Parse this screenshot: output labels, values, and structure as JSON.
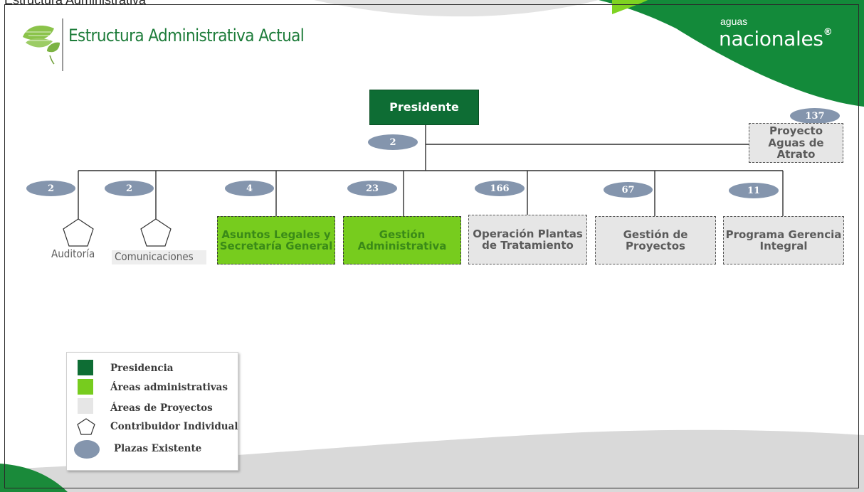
{
  "header": {
    "top_clipped_text": "Estructura Administrativa",
    "title": "Estructura Administrativa Actual"
  },
  "brand": {
    "small": "aguas",
    "main": "nacionales",
    "reg": "®",
    "icon": "leaf-logo"
  },
  "colors": {
    "presidencia": "#0e6d34",
    "areas_administrativas": "#77cc1e",
    "areas_de_proyectos": "#e6e6e6",
    "plazas": "#8495ad",
    "title": "#1d7c3a"
  },
  "org": {
    "presidente": {
      "label": "Presidente",
      "plazas": "2"
    },
    "proyecto_atrato": {
      "label": "Proyecto Aguas de Atrato",
      "plazas": "137"
    },
    "units": [
      {
        "label": "Auditoría",
        "plazas": "2",
        "type": "contribuidor"
      },
      {
        "label": "Comunicaciones",
        "plazas": "2",
        "type": "contribuidor"
      },
      {
        "label": "Asuntos Legales y Secretaría General",
        "plazas": "4",
        "type": "admin"
      },
      {
        "label": "Gestión Administrativa",
        "plazas": "23",
        "type": "admin"
      },
      {
        "label": "Operación Plantas de Tratamiento",
        "plazas": "166",
        "type": "proyecto"
      },
      {
        "label": "Gestión de Proyectos",
        "plazas": "67",
        "type": "proyecto"
      },
      {
        "label": "Programa Gerencia Integral",
        "plazas": "11",
        "type": "proyecto"
      }
    ]
  },
  "legend": {
    "items": [
      {
        "label": "Presidencia",
        "symbol": "dark-green-square"
      },
      {
        "label": "Áreas administrativas",
        "symbol": "light-green-square"
      },
      {
        "label": "Áreas de Proyectos",
        "symbol": "gray-square"
      },
      {
        "label": "Contribuidor Individual",
        "symbol": "pentagon-icon"
      },
      {
        "label": "Plazas Existente",
        "symbol": "ellipse-icon"
      }
    ]
  }
}
